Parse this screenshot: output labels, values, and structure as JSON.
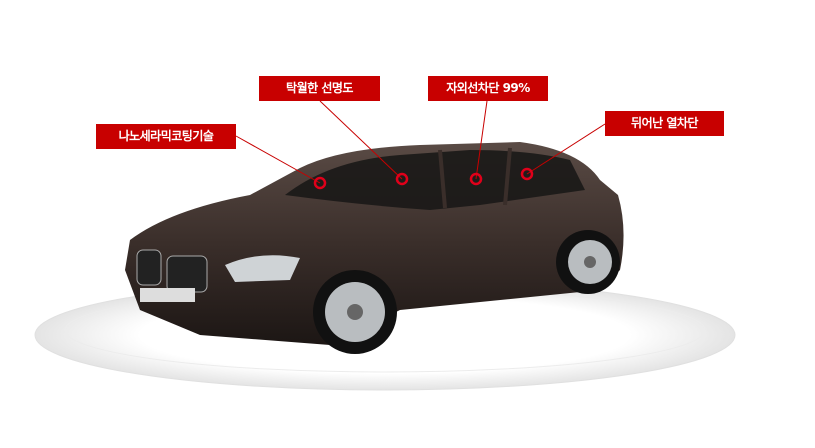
{
  "features": [
    {
      "label": "나노세라믹코팅기술"
    },
    {
      "label": "탁월한 선명도"
    },
    {
      "label": "자외선차단 99%"
    },
    {
      "label": "뒤어난 열차단"
    }
  ],
  "colors": {
    "accent": "#c80000",
    "car_body": "#3a2e2a"
  }
}
